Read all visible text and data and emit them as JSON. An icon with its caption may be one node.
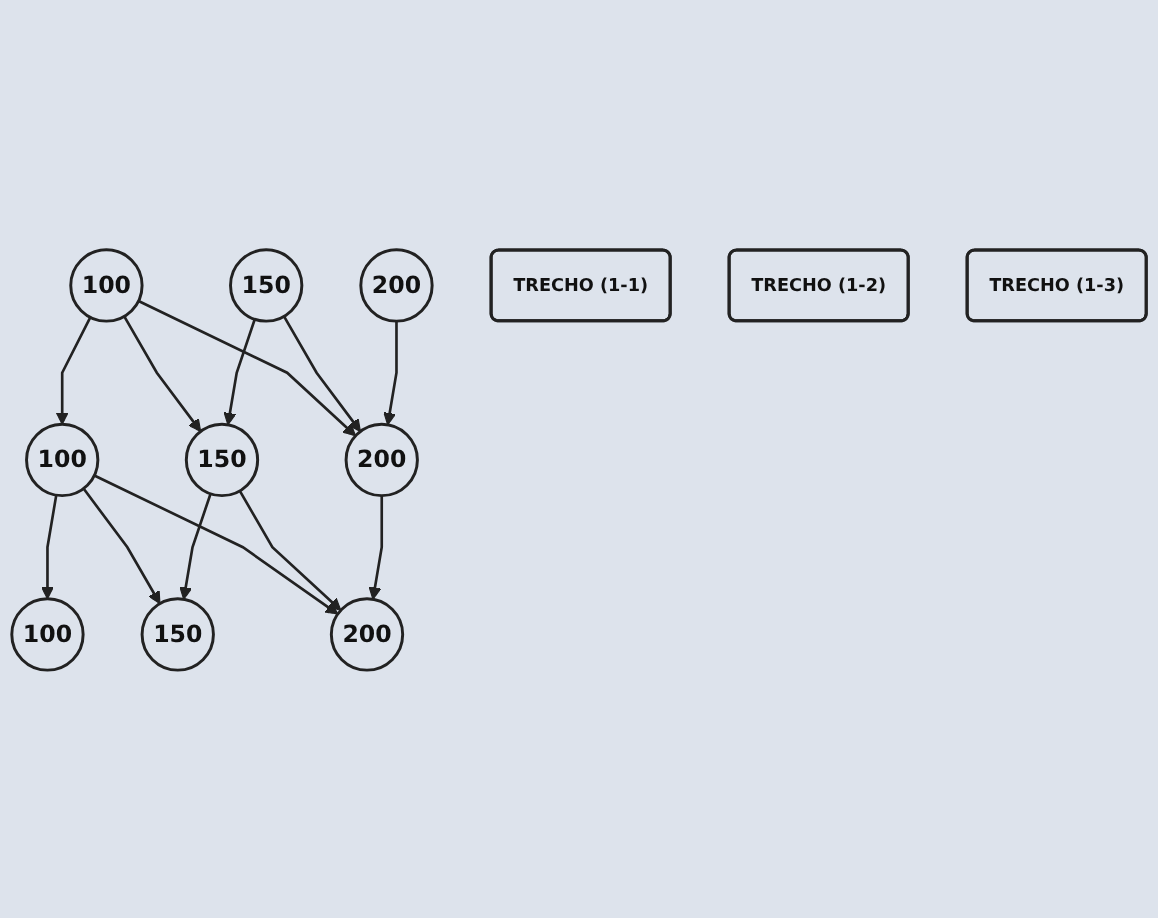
{
  "diagram": {
    "nodes": [
      {
        "text": [
          "100"
        ]
      },
      {
        "text": [
          "150"
        ]
      },
      {
        "text": [
          "200"
        ]
      },
      {
        "text": [
          "TRECHO (1-1)"
        ]
      },
      {
        "text": [
          "100"
        ]
      },
      {
        "text": [
          "150"
        ]
      },
      {
        "text": [
          "200"
        ]
      },
      {
        "text": [
          "TRECHO (1-2)"
        ]
      },
      {
        "text": [
          "100"
        ]
      },
      {
        "text": [
          "150"
        ]
      },
      {
        "text": [
          "200"
        ]
      },
      {
        "text": [
          "TRECHO (1-3)"
        ]
      }
    ],
    "edges": [
      {
        "from": 0,
        "to": 4,
        "arrow": "to"
      },
      {
        "from": 0,
        "to": 5,
        "arrow": "to"
      },
      {
        "from": 0,
        "to": 6,
        "arrow": "to"
      },
      {
        "from": 1,
        "to": 5,
        "arrow": "to"
      },
      {
        "from": 1,
        "to": 6,
        "arrow": "to"
      },
      {
        "from": 2,
        "to": 6,
        "arrow": "to"
      },
      {
        "from": 4,
        "to": 8,
        "arrow": "to"
      },
      {
        "from": 4,
        "to": 9,
        "arrow": "to"
      },
      {
        "from": 4,
        "to": 10,
        "arrow": "to"
      },
      {
        "from": 5,
        "to": 9,
        "arrow": "to"
      },
      {
        "from": 5,
        "to": 10,
        "arrow": "to"
      },
      {
        "from": 6,
        "to": 10,
        "arrow": "to"
      }
    ]
  }
}
